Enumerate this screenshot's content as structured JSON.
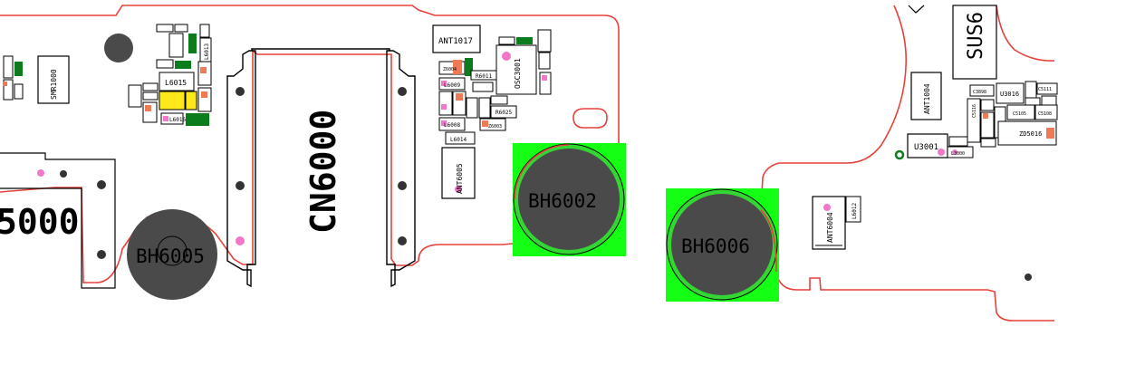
{
  "diagram": {
    "colors": {
      "outline": "#e8403a",
      "pad_green": "#14ff14",
      "pad_dark": "#4a4a4a",
      "pad_ring": "#33d633",
      "marker_pink": "#f277c8",
      "dark_green": "#0b7d1c",
      "yellow": "#ffe81a",
      "orange": "#f07a55"
    },
    "labels": {
      "cn6000": "CN6000",
      "partial_5000": "5000",
      "bh6005": "BH6005",
      "bh6002": "BH6002",
      "bh6006": "BH6006",
      "ant1017": "ANT1017",
      "ant6005": "ANT6005",
      "ant6004": "ANT6004",
      "ant1004": "ANT1004",
      "osc3001": "OSC3001",
      "smr1000": "SMR1000",
      "l6015": "L6015",
      "l6016": "L6016",
      "l6014": "L6014",
      "l6009": "L6009",
      "l6008": "L6008",
      "l6012": "L6012",
      "l6013": "L6013",
      "r6011": "R6011",
      "r6025": "R6025",
      "z6004": "Z6004",
      "z6003": "Z6003",
      "sus6_partial": "SUS6",
      "u3001": "U3001",
      "u3016": "U3016",
      "zd5016": "ZD5016",
      "c3898": "C3898",
      "c5105": "C5105",
      "c5111": "C5111",
      "c5108": "C5108",
      "c5116": "C5116",
      "l3000": "L3000"
    }
  }
}
